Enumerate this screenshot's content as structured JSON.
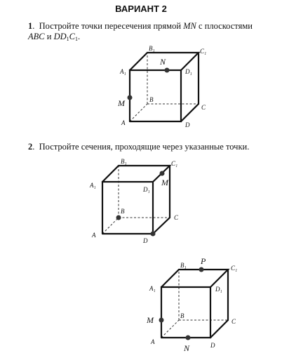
{
  "header": {
    "title": "ВАРИАНТ 2"
  },
  "task1": {
    "number": "1",
    "text_part1": "Постройте точки пересечения прямой ",
    "line": "MN",
    "text_part2": " с плоскостями ",
    "plane1": "ABC",
    "conj": " и ",
    "plane2_main": "DD",
    "plane2_sub1": "1",
    "plane2_c": "C",
    "plane2_sub2": "1",
    "end": "."
  },
  "task2": {
    "number": "2",
    "text": "Постройте сечения, проходящие через указанные точки."
  },
  "figures": {
    "cube1": {
      "labels": {
        "B1": "B₁",
        "C1": "C₁",
        "A1": "A₁",
        "D1": "D₁",
        "A": "A",
        "B": "B",
        "C": "C",
        "D": "D",
        "N": "N",
        "M": "M"
      }
    },
    "cube2": {
      "labels": {
        "B1": "B₁",
        "C1": "C₁",
        "A1": "A₁",
        "D1": "D₁",
        "A": "A",
        "B": "B",
        "C": "C",
        "D": "D",
        "M": "M"
      }
    },
    "cube3": {
      "labels": {
        "B1": "B₁",
        "C1": "C₁",
        "A1": "A₁",
        "D1": "D₁",
        "A": "A",
        "B": "B",
        "C": "C",
        "D": "D",
        "P": "P",
        "M": "M",
        "N": "N"
      }
    }
  }
}
